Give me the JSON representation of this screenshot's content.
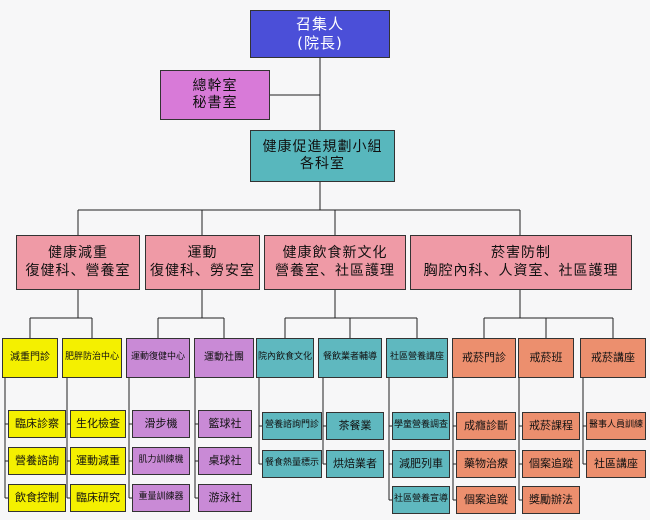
{
  "colors": {
    "top": "#4b4fd8",
    "secretariat": "#d87ad8",
    "planning": "#58b7bd",
    "domain": "#ef9aa6",
    "g1": "#f4f000",
    "g2": "#c98ad6",
    "g3": "#5fb8bf",
    "g4": "#ec8f6e"
  },
  "top": {
    "line1": "召集人",
    "line2": "(院長)"
  },
  "secretariat": {
    "line1": "總幹室",
    "line2": "秘書室"
  },
  "planning": {
    "line1": "健康促進規劃小組",
    "line2": "各科室"
  },
  "domains": [
    {
      "title": "健康減重",
      "dept": "復健科、營養室"
    },
    {
      "title": "運動",
      "dept": "復健科、勞安室"
    },
    {
      "title": "健康飲食新文化",
      "dept": "營養室、社區護理"
    },
    {
      "title": "菸害防制",
      "dept": "胸腔內科、人資室、社區護理"
    }
  ],
  "programs": [
    {
      "name": "減重門診",
      "items": [
        "臨床診察",
        "營養諮詢",
        "飲食控制"
      ]
    },
    {
      "name": "肥胖防治中心",
      "items": [
        "生化檢查",
        "運動減重",
        "臨床研究"
      ]
    },
    {
      "name": "運動復健中心",
      "items": [
        "滑步機",
        "肌力訓練機",
        "重量訓練器"
      ]
    },
    {
      "name": "運動社團",
      "items": [
        "籃球社",
        "桌球社",
        "游泳社"
      ]
    },
    {
      "name": "院內飲食文化",
      "items": [
        "營養諮詢門診",
        "餐食熱量標示"
      ]
    },
    {
      "name": "餐飲業者輔導",
      "items": [
        "茶餐業",
        "烘焙業者"
      ]
    },
    {
      "name": "社區營養講座",
      "items": [
        "學童營養調查",
        "減肥列車",
        "社區營養宣導"
      ]
    },
    {
      "name": "戒菸門診",
      "items": [
        "成癮診斷",
        "藥物治療",
        "個案追蹤"
      ]
    },
    {
      "name": "戒菸班",
      "items": [
        "戒菸課程",
        "個案追蹤",
        "獎勵辦法"
      ]
    },
    {
      "name": "戒菸講座",
      "items": [
        "醫事人員訓練",
        "社區講座"
      ]
    }
  ]
}
